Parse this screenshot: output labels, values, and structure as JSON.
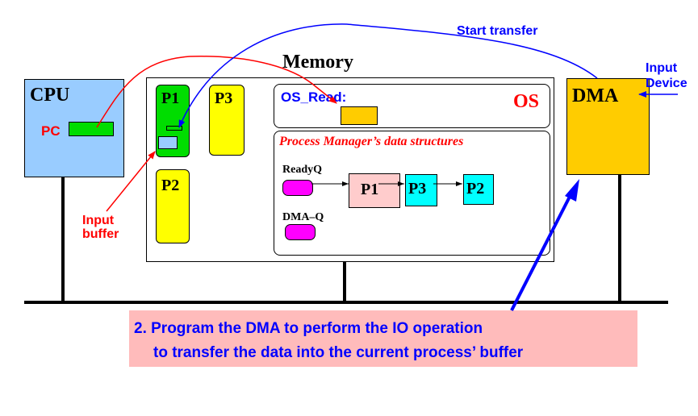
{
  "cpu": {
    "label": "CPU",
    "pc_label": "PC"
  },
  "memory": {
    "label": "Memory",
    "processes": [
      "P1",
      "P3",
      "P2"
    ],
    "os": {
      "label": "OS",
      "os_read_label": "OS_Read:",
      "pm_title": "Process Manager’s data structures",
      "ready_q_label": "ReadyQ",
      "dma_q_label": "DMA–Q",
      "ready_queue": [
        "P1",
        "P3",
        "P2"
      ]
    }
  },
  "dma": {
    "label": "DMA"
  },
  "annotations": {
    "start_transfer": "Start transfer",
    "input_device_line1": "Input",
    "input_device_line2": "Device",
    "input_buffer_line1": "Input",
    "input_buffer_line2": "buffer"
  },
  "caption": {
    "line1": "2. Program the DMA to perform the IO operation",
    "line2": "to transfer the data into the current process’ buffer"
  },
  "colors": {
    "cpu": "#99ccff",
    "green": "#00dd00",
    "yellow": "#ffff00",
    "gold": "#ffcc00",
    "magenta": "#ff00ff",
    "cyan": "#00ffff",
    "pink": "#ffcccc",
    "caption_bg": "#ffbbbb",
    "red": "#ff0000",
    "blue": "#0000ff"
  }
}
